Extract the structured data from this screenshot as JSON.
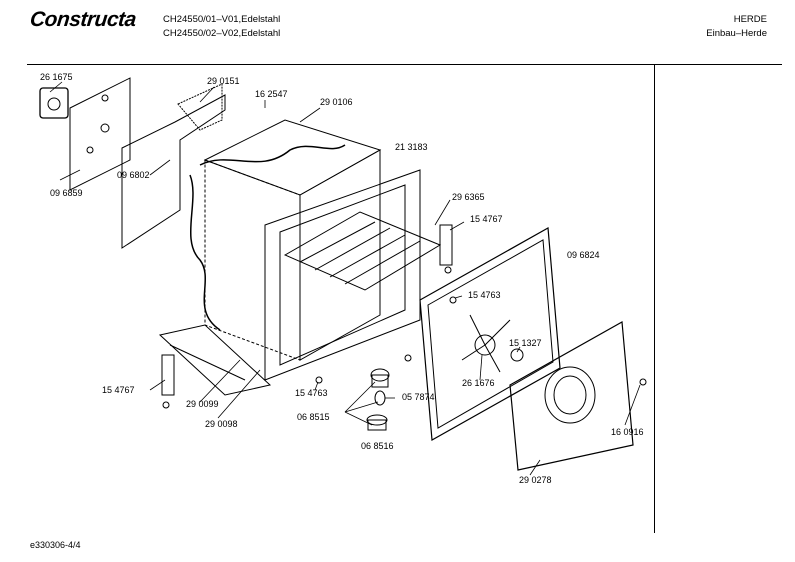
{
  "header": {
    "brand": "Constructa",
    "model_line_1": "CH24550/01–V01,Edelstahl",
    "model_line_2": "CH24550/02–V02,Edelstahl",
    "category_1": "HERDE",
    "category_2": "Einbau–Herde"
  },
  "footer": {
    "doc_id": "e330306-4/4"
  },
  "parts": [
    {
      "number": "26 1675"
    },
    {
      "number": "29 0151"
    },
    {
      "number": "16 2547"
    },
    {
      "number": "29 0106"
    },
    {
      "number": "21 3183"
    },
    {
      "number": "09 6859"
    },
    {
      "number": "09 6802"
    },
    {
      "number": "29 6365"
    },
    {
      "number": "15 4767"
    },
    {
      "number": "09 6824"
    },
    {
      "number": "15 4763"
    },
    {
      "number": "15 1327"
    },
    {
      "number": "26 1676"
    },
    {
      "number": "15 4767"
    },
    {
      "number": "29 0099"
    },
    {
      "number": "29 0098"
    },
    {
      "number": "15 4763"
    },
    {
      "number": "05 7874"
    },
    {
      "number": "06 8515"
    },
    {
      "number": "06 8516"
    },
    {
      "number": "16 0916"
    },
    {
      "number": "29 0278"
    }
  ]
}
